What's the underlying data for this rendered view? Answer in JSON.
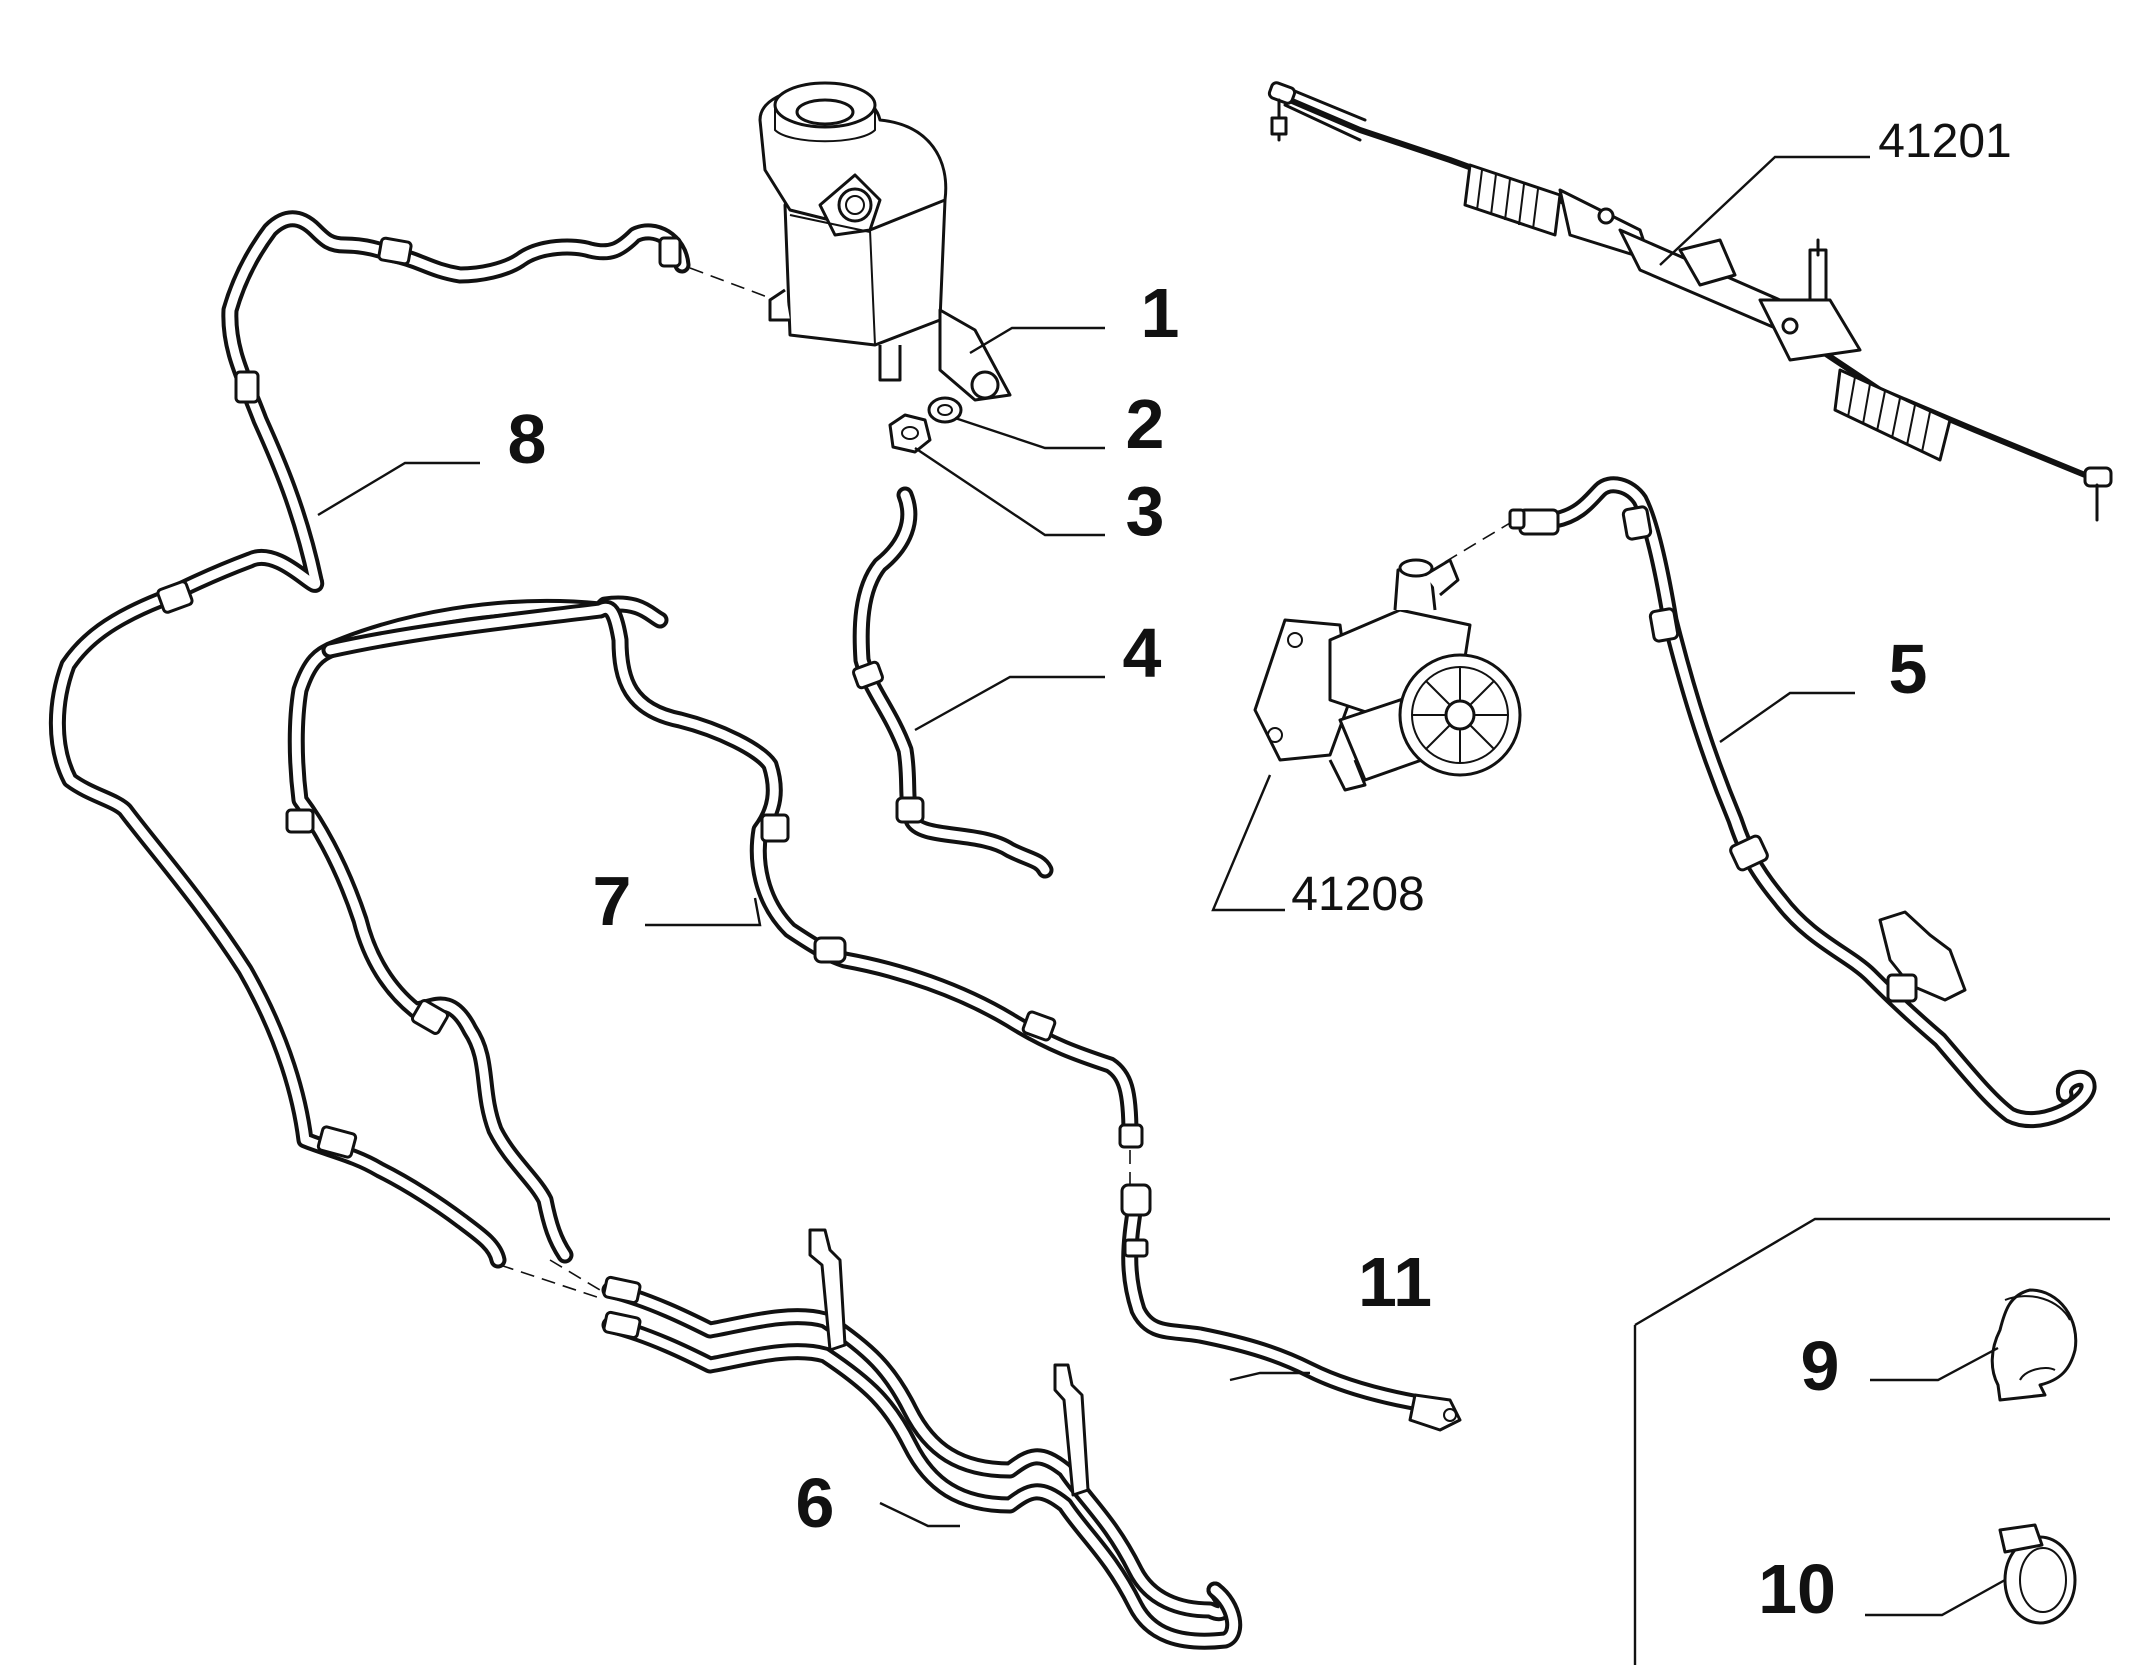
{
  "callouts": {
    "c1": "1",
    "c2": "2",
    "c3": "3",
    "c4": "4",
    "c5": "5",
    "c6": "6",
    "c7": "7",
    "c8": "8",
    "c9": "9",
    "c10": "10",
    "c11": "11",
    "ref_steering_rack": "41201",
    "ref_pump": "41208"
  }
}
